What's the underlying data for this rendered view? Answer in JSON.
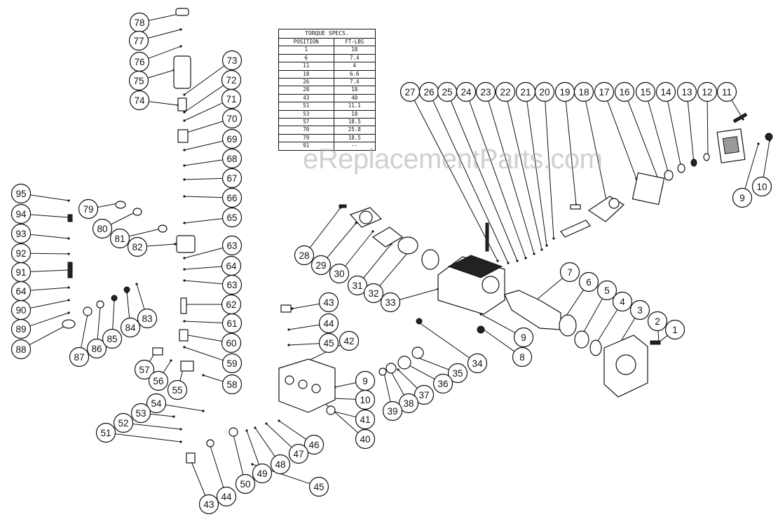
{
  "watermark": "eReplacementParts.com",
  "torque_table": {
    "title": "TORQUE SPECS.",
    "columns": [
      "POSITION",
      "FT-LBS"
    ],
    "rows": [
      [
        "1",
        "18"
      ],
      [
        "6",
        "7.4"
      ],
      [
        "11",
        "4"
      ],
      [
        "18",
        "6.6"
      ],
      [
        "26",
        "7.4"
      ],
      [
        "28",
        "18"
      ],
      [
        "43",
        "40"
      ],
      [
        "51",
        "11.1"
      ],
      [
        "53",
        "18"
      ],
      [
        "57",
        "18.5"
      ],
      [
        "70",
        "25.8"
      ],
      [
        "79",
        "18.5"
      ],
      [
        "91",
        "--"
      ]
    ]
  },
  "callouts": [
    "78",
    "77",
    "76",
    "75",
    "74",
    "73",
    "72",
    "71",
    "70",
    "69",
    "68",
    "67",
    "66",
    "65",
    "63",
    "64",
    "63",
    "62",
    "61",
    "60",
    "59",
    "58",
    "95",
    "94",
    "93",
    "92",
    "91",
    "64",
    "90",
    "89",
    "88",
    "87",
    "86",
    "85",
    "84",
    "83",
    "79",
    "80",
    "81",
    "82",
    "57",
    "56",
    "55",
    "54",
    "53",
    "52",
    "51",
    "43",
    "44",
    "45",
    "42",
    "9",
    "10",
    "41",
    "40",
    "46",
    "47",
    "48",
    "49",
    "50",
    "44",
    "43",
    "45",
    "28",
    "29",
    "30",
    "31",
    "32",
    "33",
    "34",
    "35",
    "36",
    "37",
    "38",
    "39",
    "27",
    "26",
    "25",
    "24",
    "23",
    "22",
    "21",
    "20",
    "19",
    "18",
    "17",
    "16",
    "15",
    "14",
    "13",
    "12",
    "11",
    "9",
    "10",
    "7",
    "6",
    "5",
    "4",
    "3",
    "2",
    "1",
    "9",
    "8"
  ],
  "colors": {
    "line": "#111111",
    "watermark": "#aaaaaa",
    "background": "#ffffff"
  }
}
